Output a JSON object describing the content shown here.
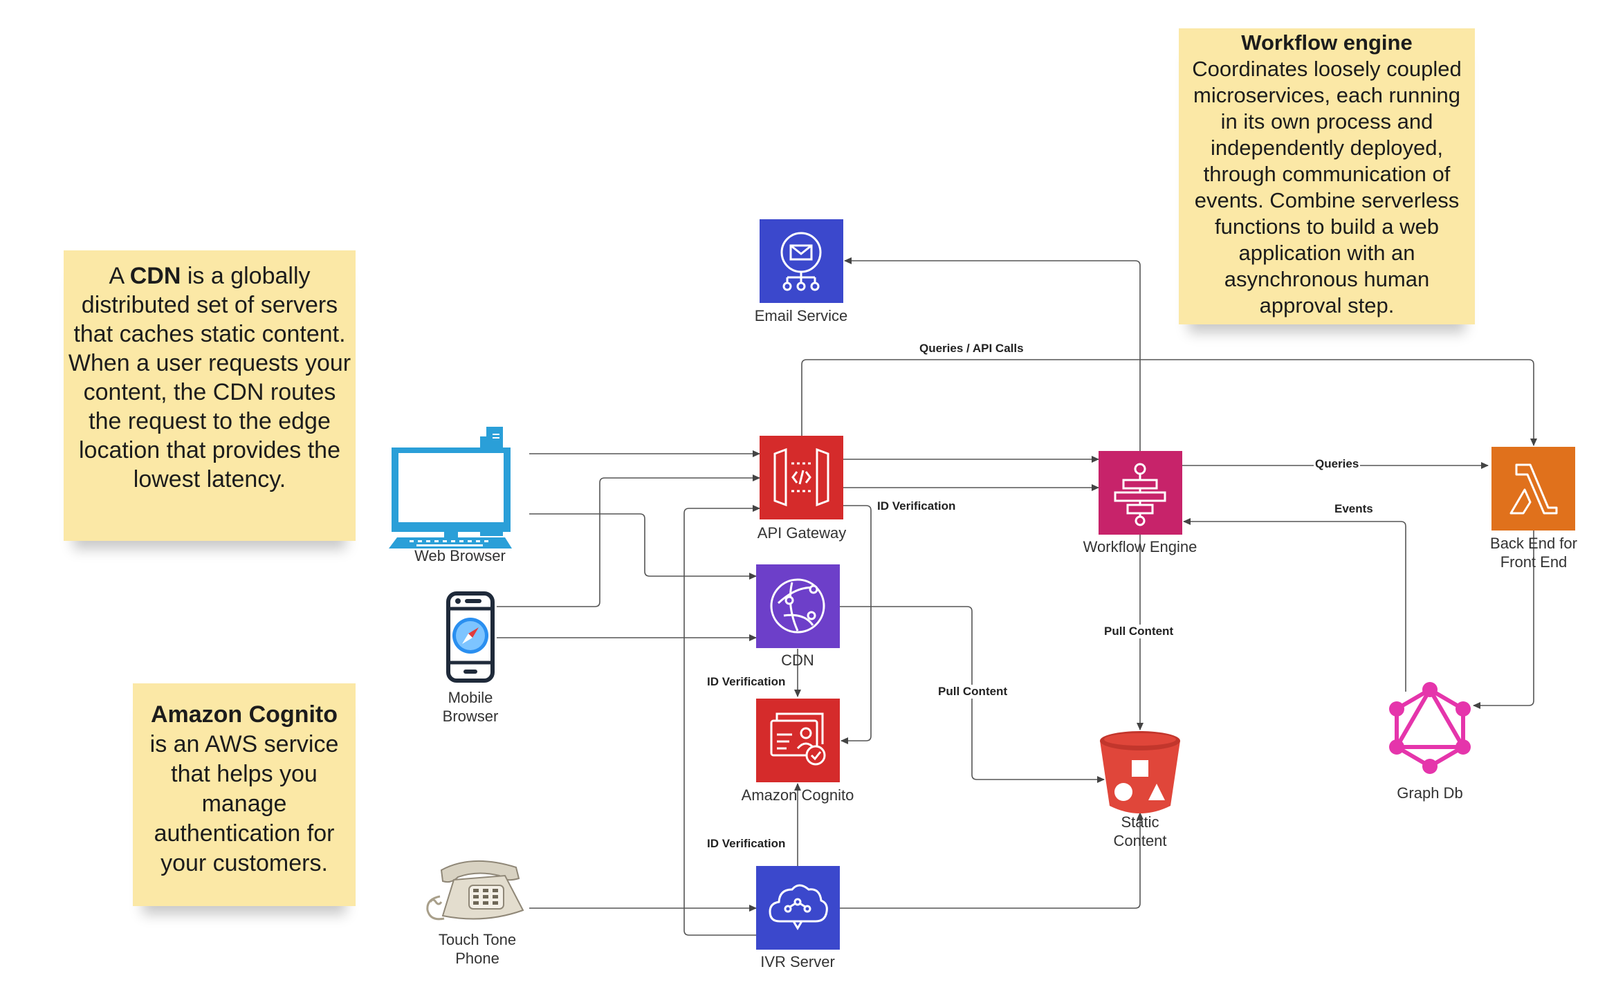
{
  "notes": {
    "cdn": {
      "p1": "A ",
      "bold": "CDN",
      "p2": " is a globally distributed set of servers that caches static content. When a user requests your content, the CDN routes the request to the edge location that provides the lowest latency."
    },
    "cognito": {
      "bold": "Amazon Cognito",
      "p2": "is an AWS service that helps you manage authentication for your customers."
    },
    "workflow": {
      "bold": "Workflow engine",
      "p2": "Coordinates loosely coupled microservices, each running in its own process and independently deployed, through communication of events. Combine serverless functions to build a web application with an asynchronous human approval step."
    }
  },
  "nodes": {
    "email": {
      "label": "Email Service",
      "icon": "email-notification-icon",
      "color": "#3b48cc"
    },
    "api": {
      "label": "API Gateway",
      "icon": "api-gateway-icon",
      "color": "#d52b2b"
    },
    "cdn": {
      "label": "CDN",
      "icon": "cloudfront-icon",
      "color": "#6d3fc9"
    },
    "cognito": {
      "label": "Amazon Cognito",
      "icon": "cognito-icon",
      "color": "#d52b2b"
    },
    "ivr": {
      "label": "IVR Server",
      "icon": "ivr-cloud-icon",
      "color": "#3b48cc"
    },
    "workflow": {
      "label": "Workflow Engine",
      "icon": "step-functions-icon",
      "color": "#c7236a"
    },
    "lambda": {
      "label": "Back End for\nFront End",
      "icon": "lambda-icon",
      "color": "#e0711c"
    },
    "graphdb": {
      "label": "Graph Db",
      "icon": "graphql-icon",
      "color": "#e535ab"
    },
    "s3": {
      "label": "Static\nContent",
      "icon": "s3-bucket-icon",
      "color": "#e0463a"
    },
    "web": {
      "label": "Web Browser",
      "icon": "desktop-computer-icon",
      "color": "#2a9fd8"
    },
    "mobile": {
      "label": "Mobile\nBrowser",
      "icon": "mobile-phone-icon",
      "color": "#1f2a3a"
    },
    "phone": {
      "label": "Touch Tone\nPhone",
      "icon": "telephone-icon",
      "color": "#d8d2c2"
    }
  },
  "edge_labels": {
    "queries_api": "Queries / API Calls",
    "id_verif_api": "ID Verification",
    "queries": "Queries",
    "events": "Events",
    "pull_wf": "Pull Content",
    "id_verif_cdn": "ID Verification",
    "pull_cdn": "Pull Content",
    "id_verif_ivr": "ID Verification"
  }
}
